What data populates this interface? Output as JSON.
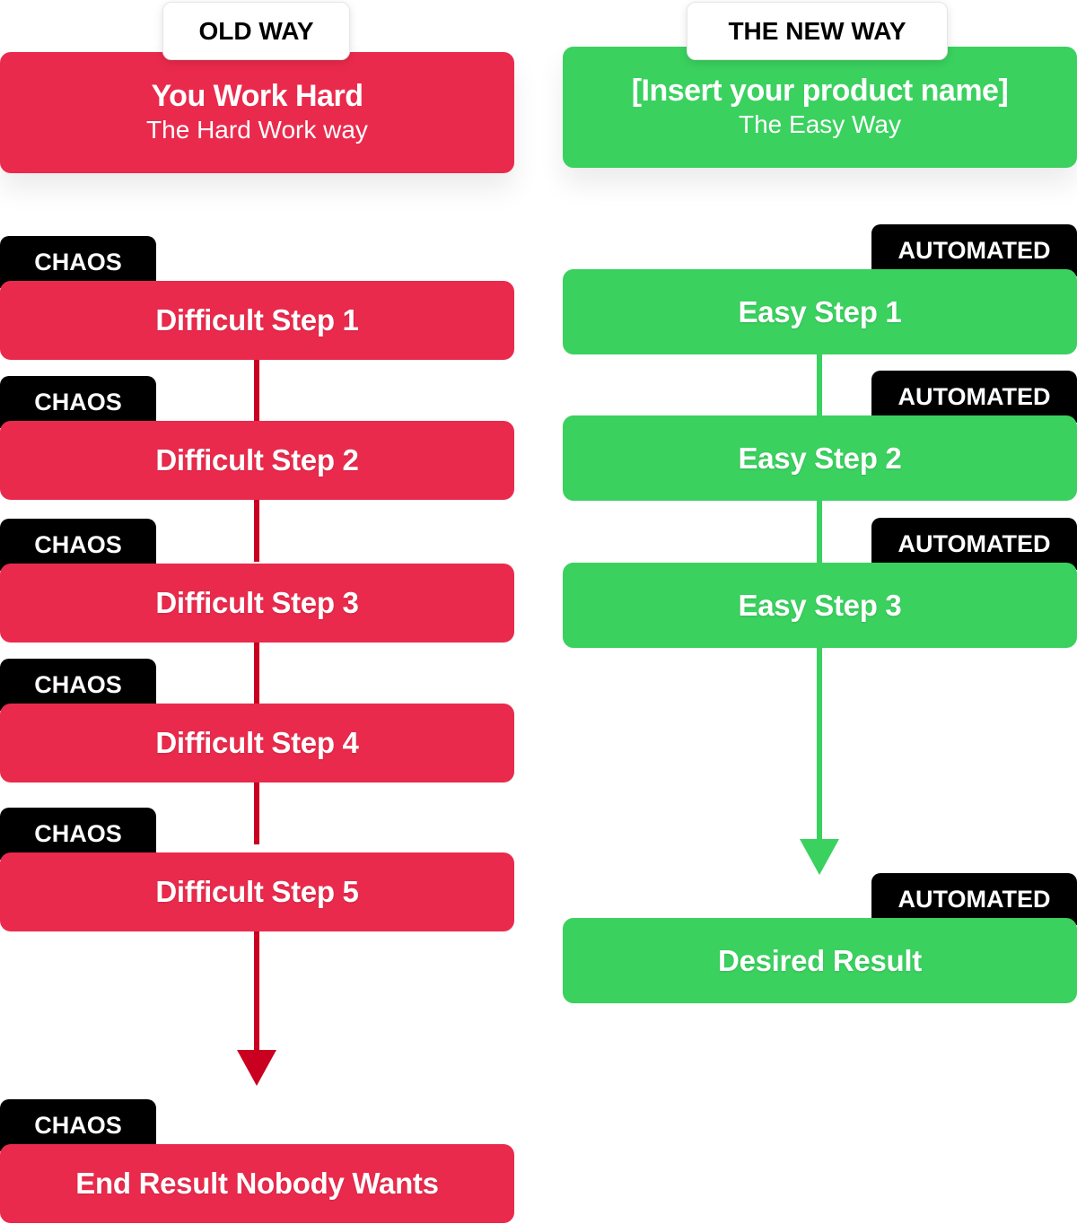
{
  "old": {
    "header_label": "OLD WAY",
    "title": "You Work Hard",
    "subtitle": "The Hard Work way",
    "tag": "CHAOS",
    "steps": [
      "Difficult Step 1",
      "Difficult Step 2",
      "Difficult Step 3",
      "Difficult Step 4",
      "Difficult Step 5"
    ],
    "result": "End Result Nobody Wants",
    "color": "#ea2a4c",
    "arrow_color": "#c9001f"
  },
  "new": {
    "header_label": "THE NEW WAY",
    "title": "[Insert your product name]",
    "subtitle": "The Easy Way",
    "tag": "AUTOMATED",
    "steps": [
      "Easy Step 1",
      "Easy Step 2",
      "Easy Step 3"
    ],
    "result": "Desired Result",
    "color": "#3ad15f"
  }
}
